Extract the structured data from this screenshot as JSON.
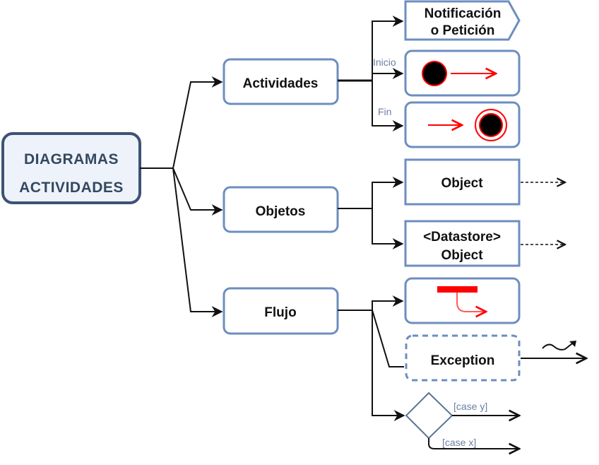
{
  "diagram": {
    "colors": {
      "node_border": "#6c8ebf",
      "root_border": "#3c5373",
      "root_fill": "#eef3fb",
      "root_text": "#34485f",
      "edge": "#111111",
      "accent_red": "#ff0000",
      "label_text": "#6c7fa0"
    },
    "root": {
      "line1": "DIAGRAMAS",
      "line2": "ACTIVIDADES"
    },
    "branches": {
      "actividades": {
        "label": "Actividades",
        "children": {
          "signal": {
            "line1": "Notificación",
            "line2": "o Petición",
            "shape": "send-signal"
          },
          "initial": {
            "edge_label": "Inicio",
            "icon": "initial-node-icon"
          },
          "final": {
            "edge_label": "Fin",
            "icon": "final-node-icon"
          }
        }
      },
      "objetos": {
        "label": "Objetos",
        "children": {
          "object": {
            "line1": "Object"
          },
          "datastore": {
            "line1": "<Datastore>",
            "line2": "Object"
          }
        }
      },
      "flujo": {
        "label": "Flujo",
        "children": {
          "fork": {
            "icon": "fork-join-icon"
          },
          "exception": {
            "label": "Exception"
          },
          "decision": {
            "case_y": "[case y]",
            "case_x": "[case x]"
          }
        }
      }
    }
  }
}
